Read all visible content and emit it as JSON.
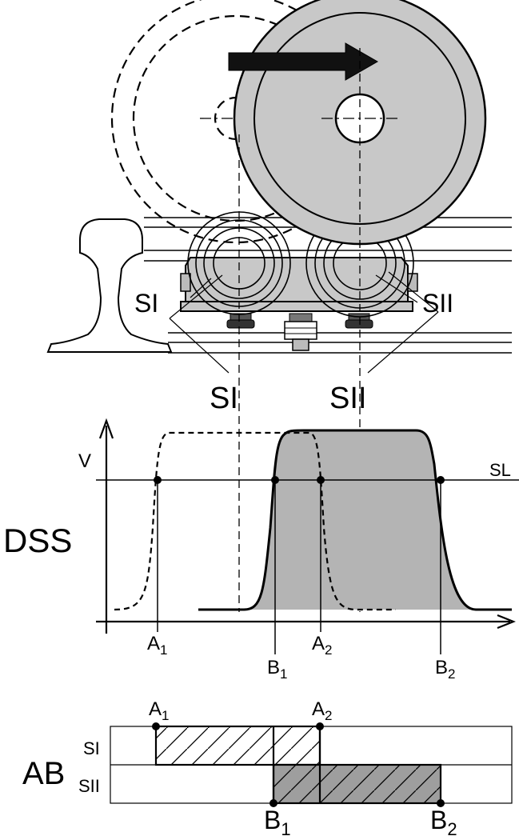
{
  "sensor_labels": {
    "s1_left": "SI",
    "s2_right": "SII",
    "s1_bottom": "SI",
    "s2_bottom": "SII"
  },
  "dss": {
    "label": "DSS",
    "y_axis_label": "V",
    "threshold_label": "SL",
    "point_labels": {
      "a1": {
        "main": "A",
        "sub": "1"
      },
      "a2": {
        "main": "A",
        "sub": "2"
      },
      "b1": {
        "main": "B",
        "sub": "1"
      },
      "b2": {
        "main": "B",
        "sub": "2"
      }
    }
  },
  "ab": {
    "label": "AB",
    "row_top": "SI",
    "row_bottom": "SII",
    "point_labels": {
      "a1": {
        "main": "A",
        "sub": "1"
      },
      "a2": {
        "main": "A",
        "sub": "2"
      },
      "b1": {
        "main": "B",
        "sub": "1"
      },
      "b2": {
        "main": "B",
        "sub": "2"
      }
    }
  },
  "colors": {
    "wheel_fill": "#c8c8c8",
    "signal_fill": "#b4b4b4",
    "sii_bar_fill": "#9e9e9e",
    "line": "#000000"
  }
}
